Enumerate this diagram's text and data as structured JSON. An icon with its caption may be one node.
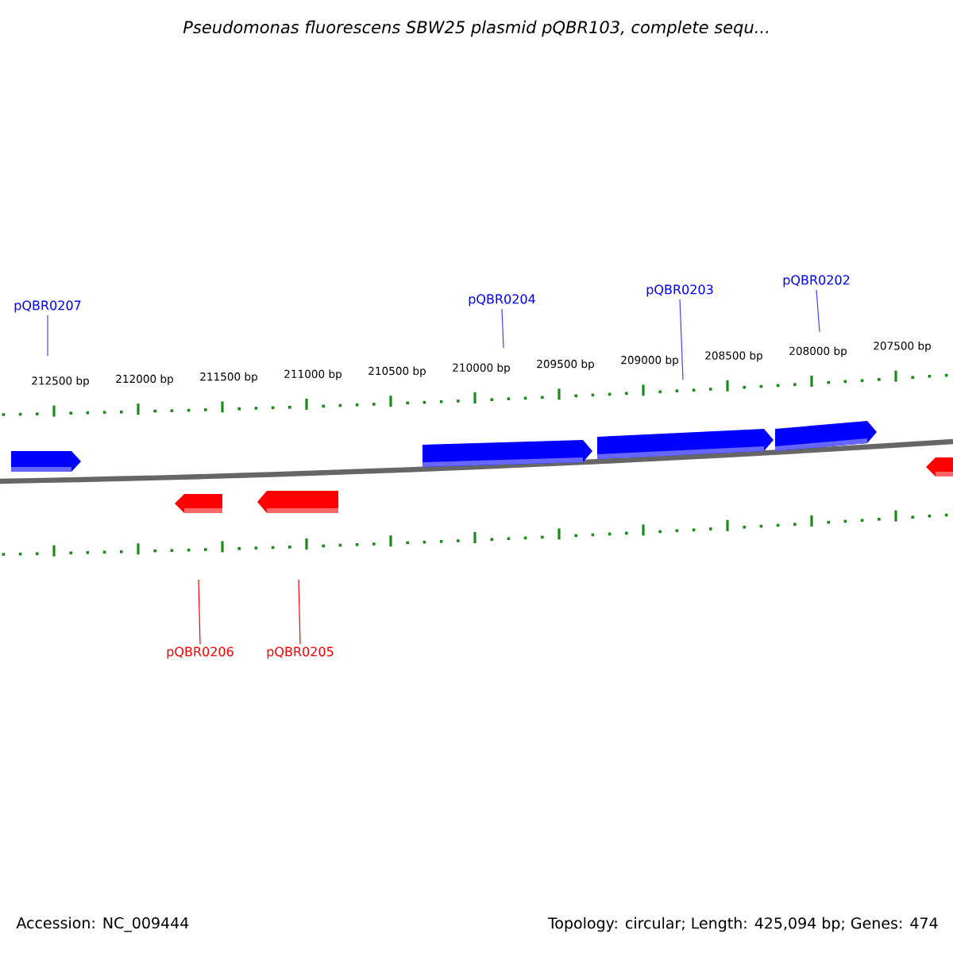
{
  "diagram": {
    "title": "Pseudomonas fluorescens SBW25 plasmid pQBR103, complete sequ...",
    "nodes": [
      {
        "text": [
          "pQBR0207"
        ]
      },
      {
        "text": [
          "pQBR0204"
        ]
      },
      {
        "text": [
          "pQBR0203"
        ]
      },
      {
        "text": [
          "pQBR0202"
        ]
      },
      {
        "text": [
          "pQBR0206"
        ]
      },
      {
        "text": [
          "pQBR0205"
        ]
      }
    ],
    "edges": [
      {
        "from": 0,
        "to": null,
        "arrow": "none"
      },
      {
        "from": 1,
        "to": null,
        "arrow": "none"
      },
      {
        "from": 2,
        "to": null,
        "arrow": "none"
      },
      {
        "from": 3,
        "to": null,
        "arrow": "none"
      },
      {
        "from": 4,
        "to": null,
        "arrow": "none",
        "color": "#ff0000"
      },
      {
        "from": 5,
        "to": null,
        "arrow": "none",
        "color": "#ff0000"
      }
    ],
    "labels": [
      "212500 bp",
      "212000 bp",
      "211500 bp",
      "211000 bp",
      "210500 bp",
      "210000 bp",
      "209500 bp",
      "209000 bp",
      "208500 bp",
      "208000 bp",
      "207500 bp",
      "Accession: NC_009444",
      "Topology: circular; Length: 425,094 bp; Genes: 474"
    ]
  }
}
